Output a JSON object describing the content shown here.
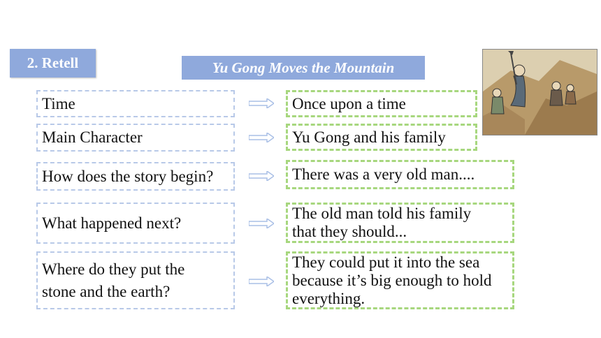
{
  "section_tag": "2. Retell",
  "title": "Yu Gong Moves the Mountain",
  "illustration": {
    "icon": "old-man-digging-mountain-illustration"
  },
  "rows": [
    {
      "question": "Time",
      "answer": "Once upon a time"
    },
    {
      "question": "Main Character",
      "answer": "Yu Gong and his family"
    },
    {
      "question": "How does the story begin?",
      "answer": "There was a very old man...."
    },
    {
      "question": "What happened next?",
      "answer_lines": [
        "The old man told his family",
        "that they should..."
      ]
    },
    {
      "question_lines": [
        "Where do they put the",
        "stone and the earth?"
      ],
      "answer_lines": [
        "They could put it into the sea",
        "because it’s big enough to hold",
        "everything."
      ]
    }
  ],
  "colors": {
    "header_bg": "#8fa9dc",
    "question_border": "#b8c9e8",
    "answer_border": "#a7d77e",
    "arrow": "#a9bfe6"
  }
}
